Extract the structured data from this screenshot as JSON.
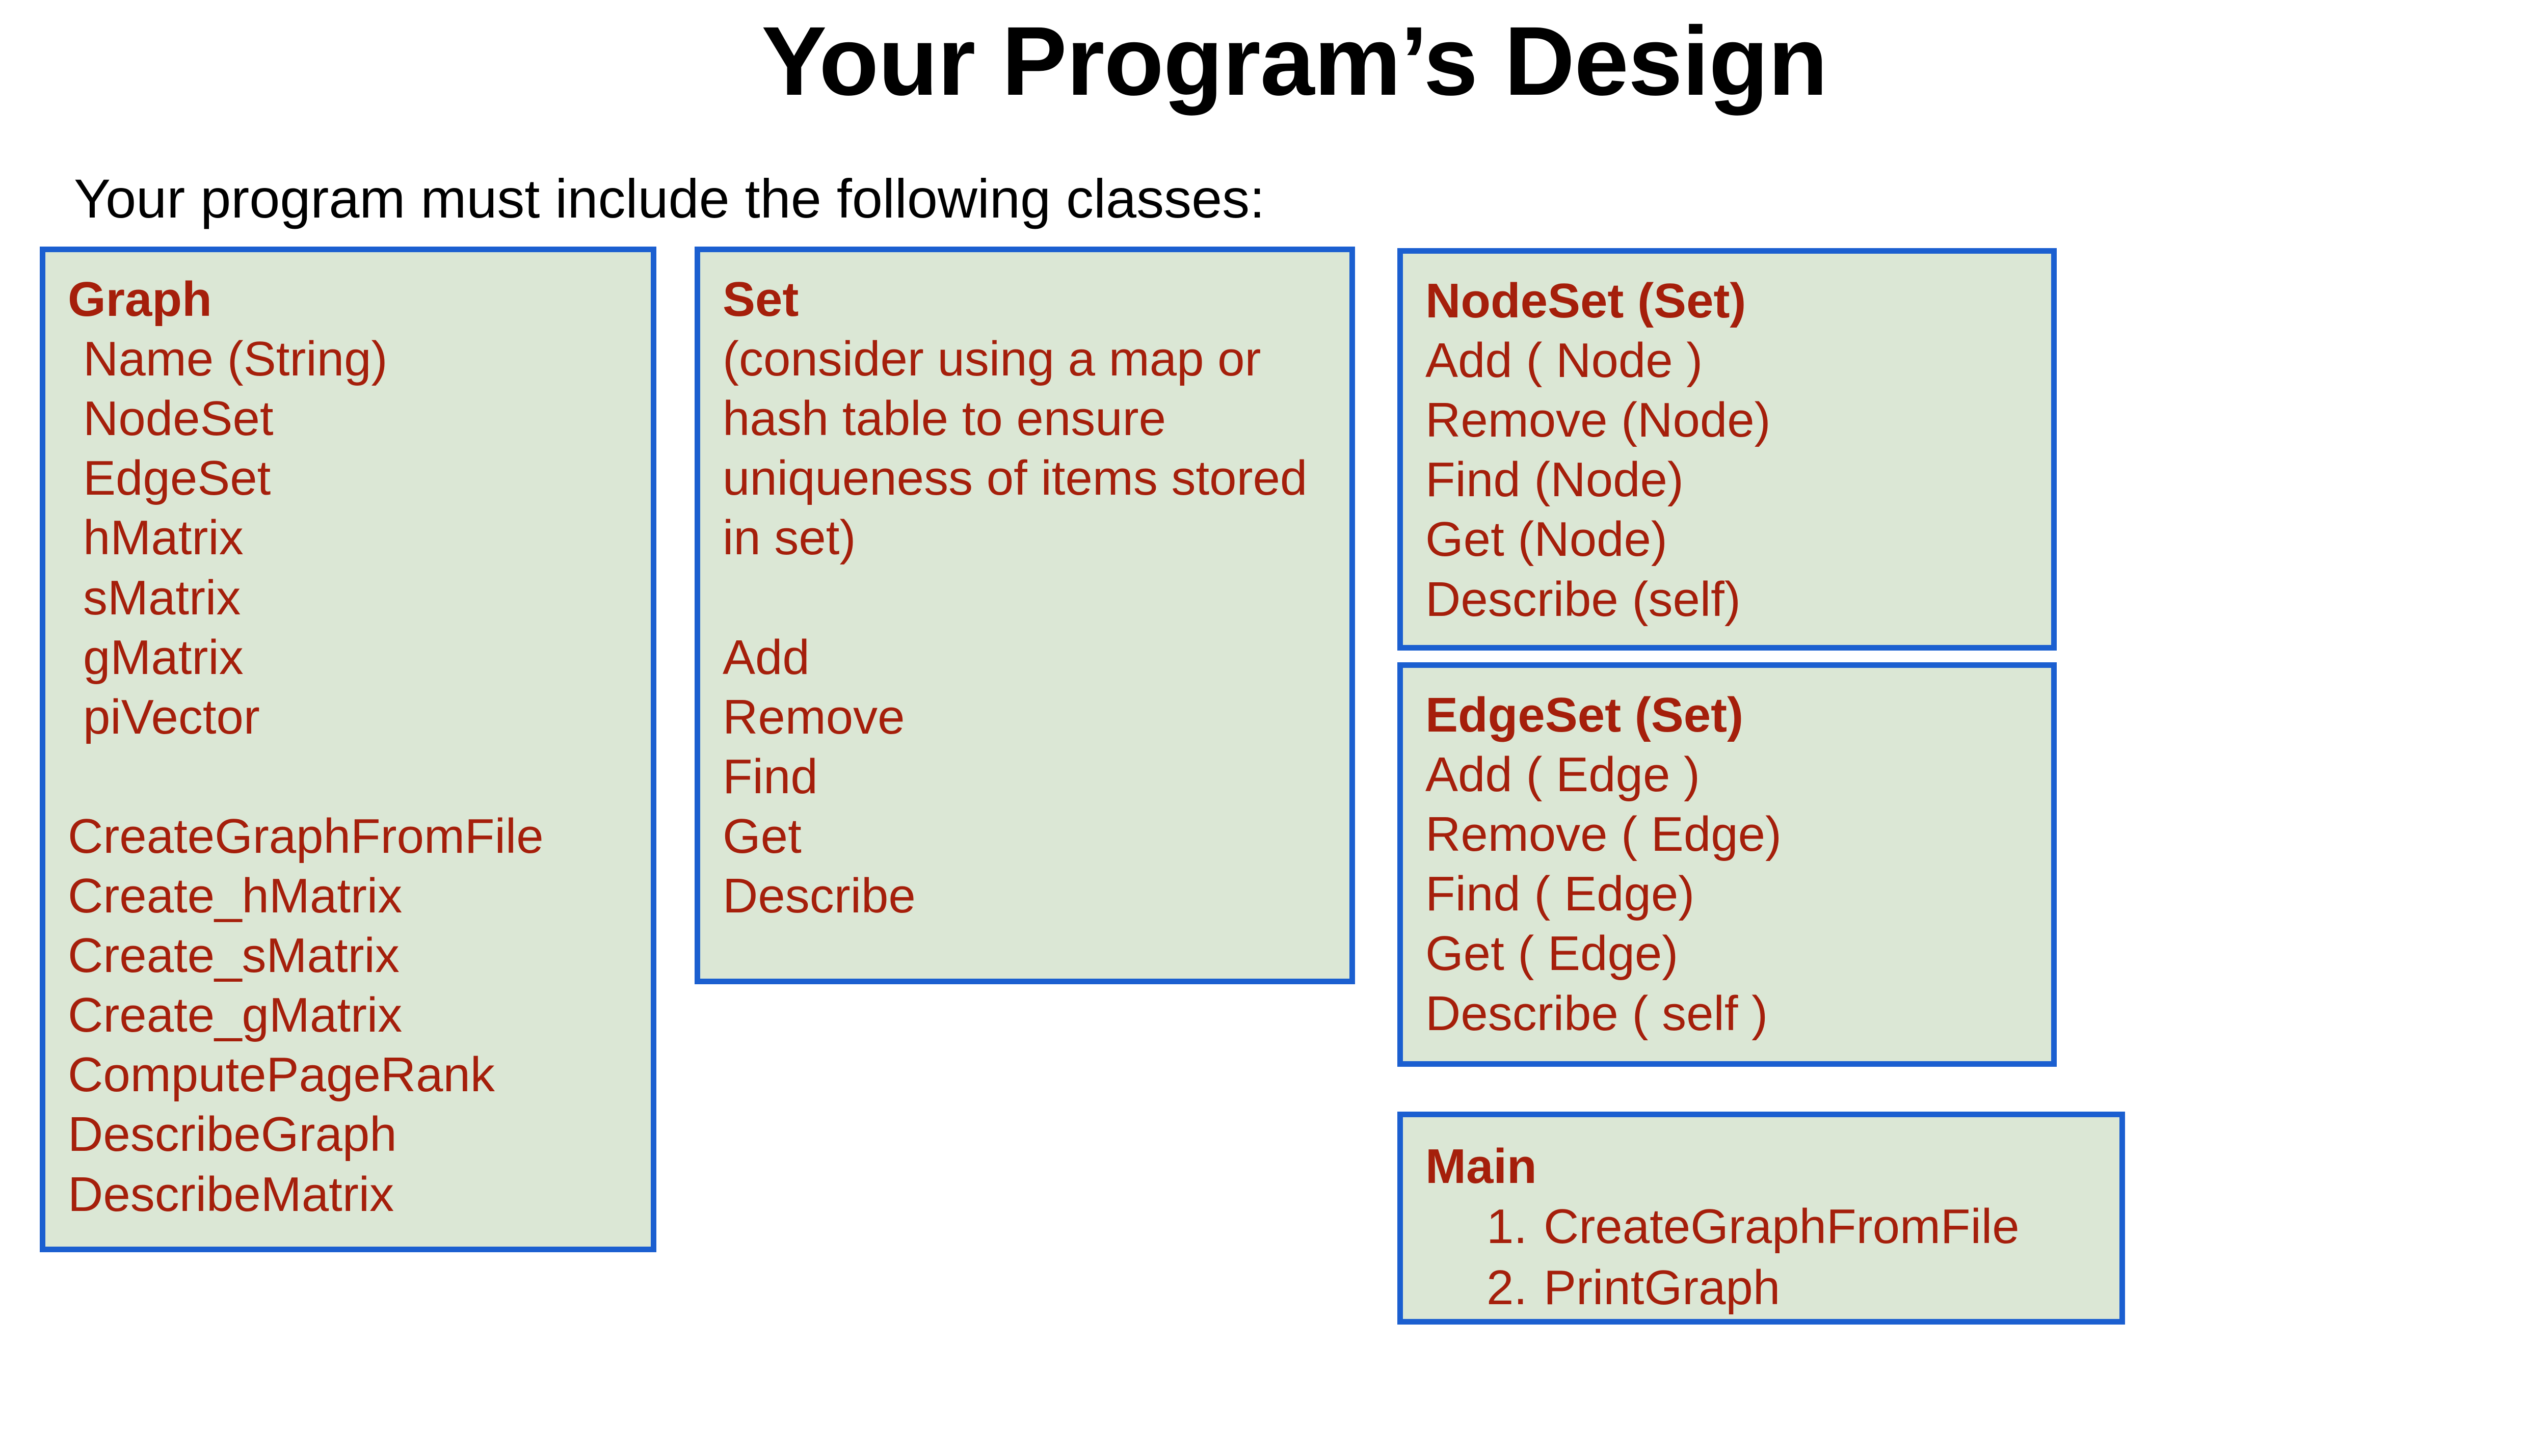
{
  "slide": {
    "title": "Your Program’s Design",
    "subtitle": "Your program must include the following classes:"
  },
  "colors": {
    "box_border": "#1B5FD0",
    "box_fill": "#DBE7D5",
    "text_red": "#A51F0B",
    "text_black": "#000000",
    "page_background": "#FFFFFF"
  },
  "boxes": [
    {
      "id": "graph",
      "title": "Graph",
      "attributes": [
        "Name (String)",
        "NodeSet",
        "EdgeSet",
        "hMatrix",
        "sMatrix",
        "gMatrix",
        "piVector"
      ],
      "methods": [
        "CreateGraphFromFile",
        "Create_hMatrix",
        "Create_sMatrix",
        "Create_gMatrix",
        "ComputePageRank",
        "DescribeGraph",
        "DescribeMatrix"
      ]
    },
    {
      "id": "set",
      "title": "Set",
      "description": "(consider using a map or hash table to ensure uniqueness of items stored in set)",
      "methods": [
        "Add",
        "Remove",
        "Find",
        "Get",
        "Describe"
      ]
    },
    {
      "id": "nodeset",
      "title": "NodeSet (Set)",
      "methods": [
        "Add ( Node )",
        "Remove (Node)",
        "Find (Node)",
        "Get (Node)",
        "Describe (self)"
      ]
    },
    {
      "id": "edgeset",
      "title": "EdgeSet (Set)",
      "methods": [
        "Add ( Edge )",
        "Remove ( Edge)",
        "Find ( Edge)",
        "Get ( Edge)",
        "Describe ( self )"
      ]
    },
    {
      "id": "main",
      "title": "Main",
      "steps": [
        {
          "num": "1.",
          "label": "CreateGraphFromFile"
        },
        {
          "num": "2.",
          "label": "PrintGraph"
        }
      ]
    }
  ]
}
